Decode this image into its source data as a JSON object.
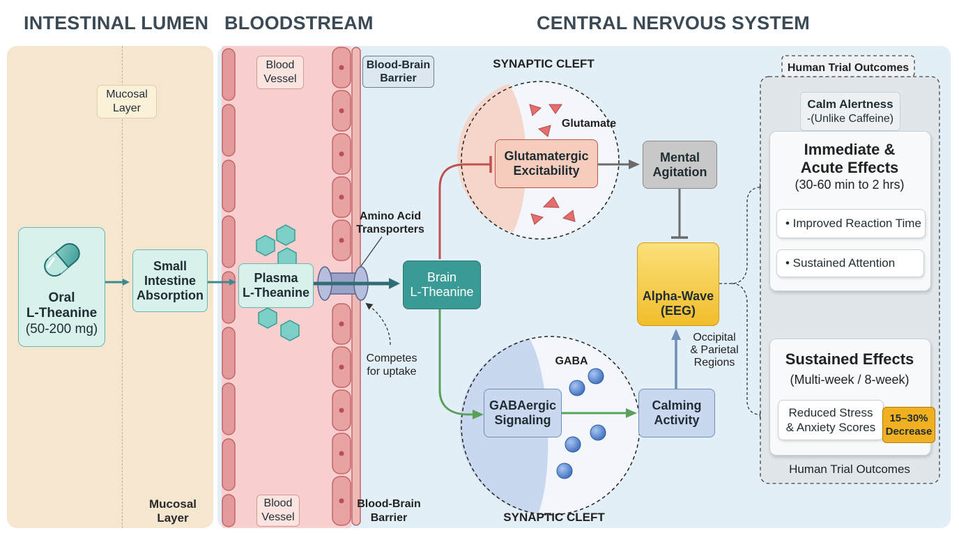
{
  "headings": {
    "lumen": "INTESTINAL LUMEN",
    "blood": "BLOODSTREAM",
    "cns": "CENTRAL NERVOUS SYSTEM"
  },
  "lumen": {
    "mucosal_top": "Mucosal\nLayer",
    "mucosal_bottom": "Mucosal\nLayer",
    "oral_name": "Oral\nL-Theanine",
    "oral_dose": "(50-200 mg)",
    "absorption": "Small\nIntestine\nAbsorption"
  },
  "blood": {
    "vessel_top": "Blood\nVessel",
    "vessel_bottom": "Blood\nVessel",
    "plasma": "Plasma\nL-Theanine",
    "bbb_top": "Blood-Brain\nBarrier",
    "bbb_bottom": "Blood-Brain\nBarrier",
    "transporters": "Amino Acid\nTransporters",
    "competes": "Competes\nfor uptake"
  },
  "cns": {
    "brain_theanine": "Brain\nL-Theanine",
    "synaptic_top": "SYNAPTIC CLEFT",
    "synaptic_bottom": "SYNAPTIC CLEFT",
    "glutamate": "Glutamate",
    "glutamatergic": "Glutamatergic\nExcitability",
    "gaba": "GABA",
    "gabaergic": "GABAergic\nSignaling",
    "mental_agitation": "Mental\nAgitation",
    "alpha_wave": "Alpha-Wave\n(EEG)",
    "calming": "Calming\nActivity",
    "regions": "Occipital\n& Parietal\nRegions"
  },
  "outcomes": {
    "title_top": "Human Trial Outcomes",
    "title_bottom": "Human Trial Outcomes",
    "calm_title": "Calm Alertness",
    "calm_sub": "-(Unlike Caffeine)",
    "acute_title": "Immediate &\nAcute Effects",
    "acute_time": "(30-60 min to 2 hrs)",
    "acute_items": [
      "• Improved Reaction Time",
      "• Sustained Attention"
    ],
    "sustained_title": "Sustained Effects",
    "sustained_time": "(Multi-week / 8-week)",
    "stress": "Reduced Stress\n& Anxiety Scores",
    "decrease": "15–30%\nDecrease"
  },
  "colors": {
    "lumen_bg": "#f5e6d0",
    "blood_bg": "#f7cfcf",
    "cns_bg": "#e3eff6",
    "teal": "#3a9a96",
    "inhibit_red": "#c0504d",
    "activate_green": "#5aa05a",
    "alpha_yellow": "#f5c83a",
    "decrease_orange": "#f0b020"
  },
  "icons": [
    "capsule-icon",
    "hexagon-molecule-icon",
    "transporter-channel-icon",
    "triangle-glutamate-icon",
    "sphere-gaba-icon",
    "wave-icon"
  ]
}
